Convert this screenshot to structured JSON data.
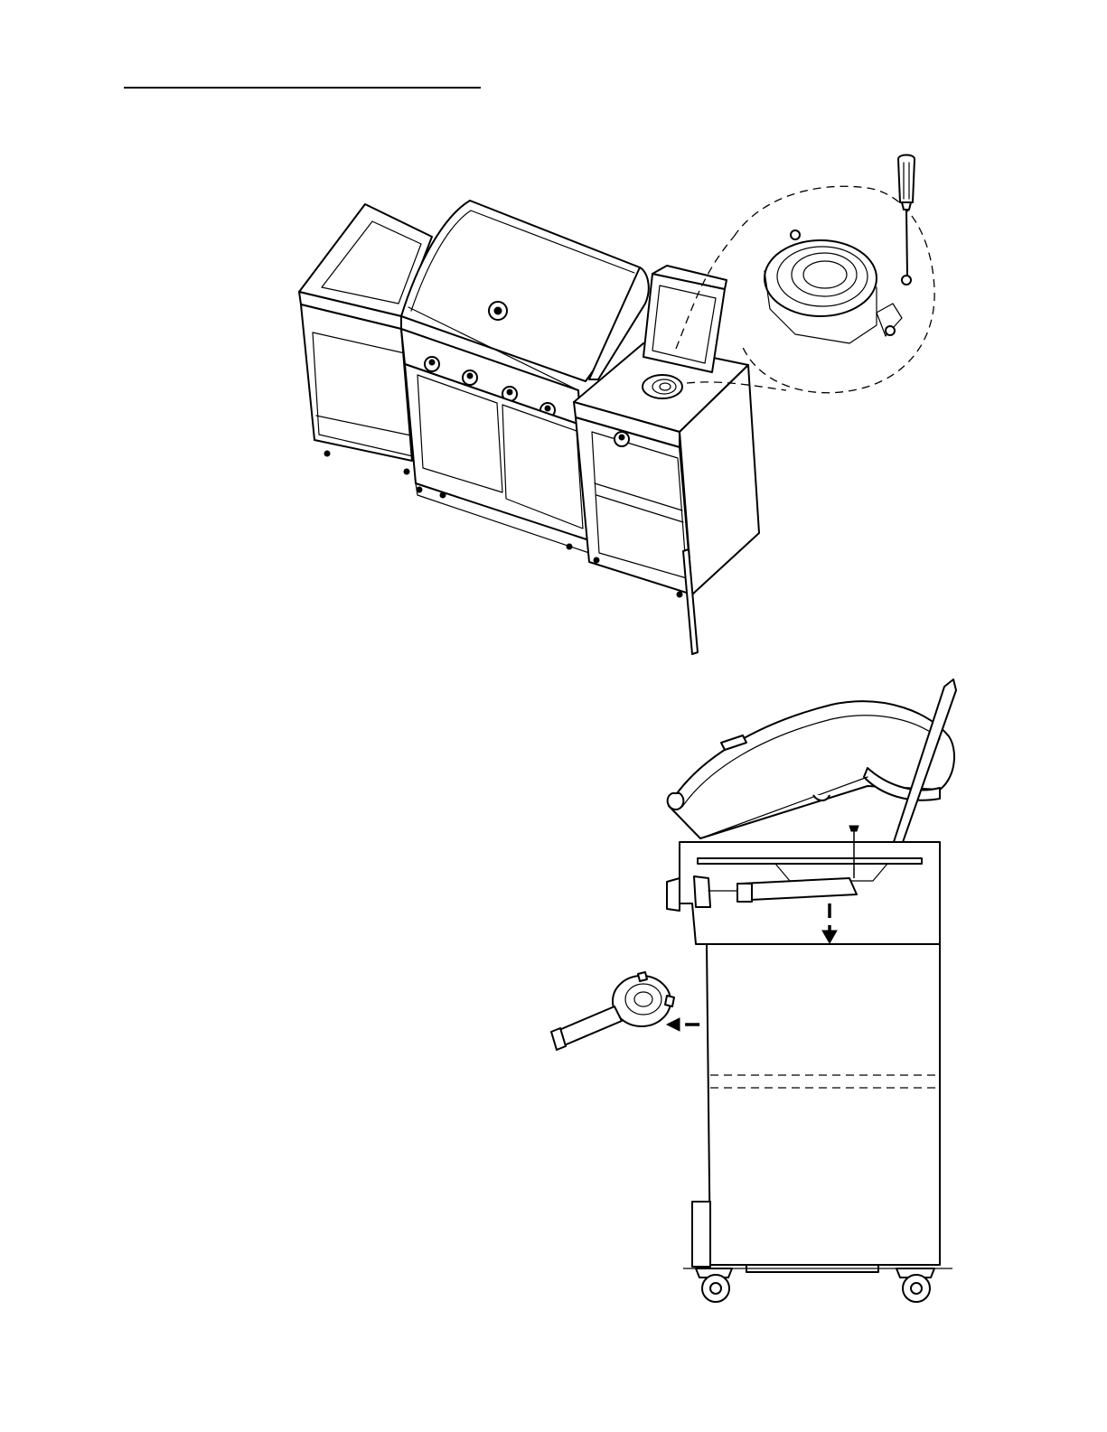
{
  "page": {
    "background": "#ffffff",
    "line_color": "#000000"
  },
  "figures": [
    {
      "id": "grill-island-overview",
      "parts": [
        "grill-lid-icon",
        "control-knob-icon",
        "cabinet-door-icon",
        "side-burner-icon",
        "side-shelf-icon"
      ],
      "callout": "side-burner-detail-magnifier",
      "tool": "screwdriver-icon"
    },
    {
      "id": "side-burner-removal-side-view",
      "parts": [
        "open-lid-icon",
        "burner-icon",
        "valve-knob-icon",
        "caster-wheel-icon"
      ],
      "motion": "dashed-arrow-burner-out"
    }
  ]
}
